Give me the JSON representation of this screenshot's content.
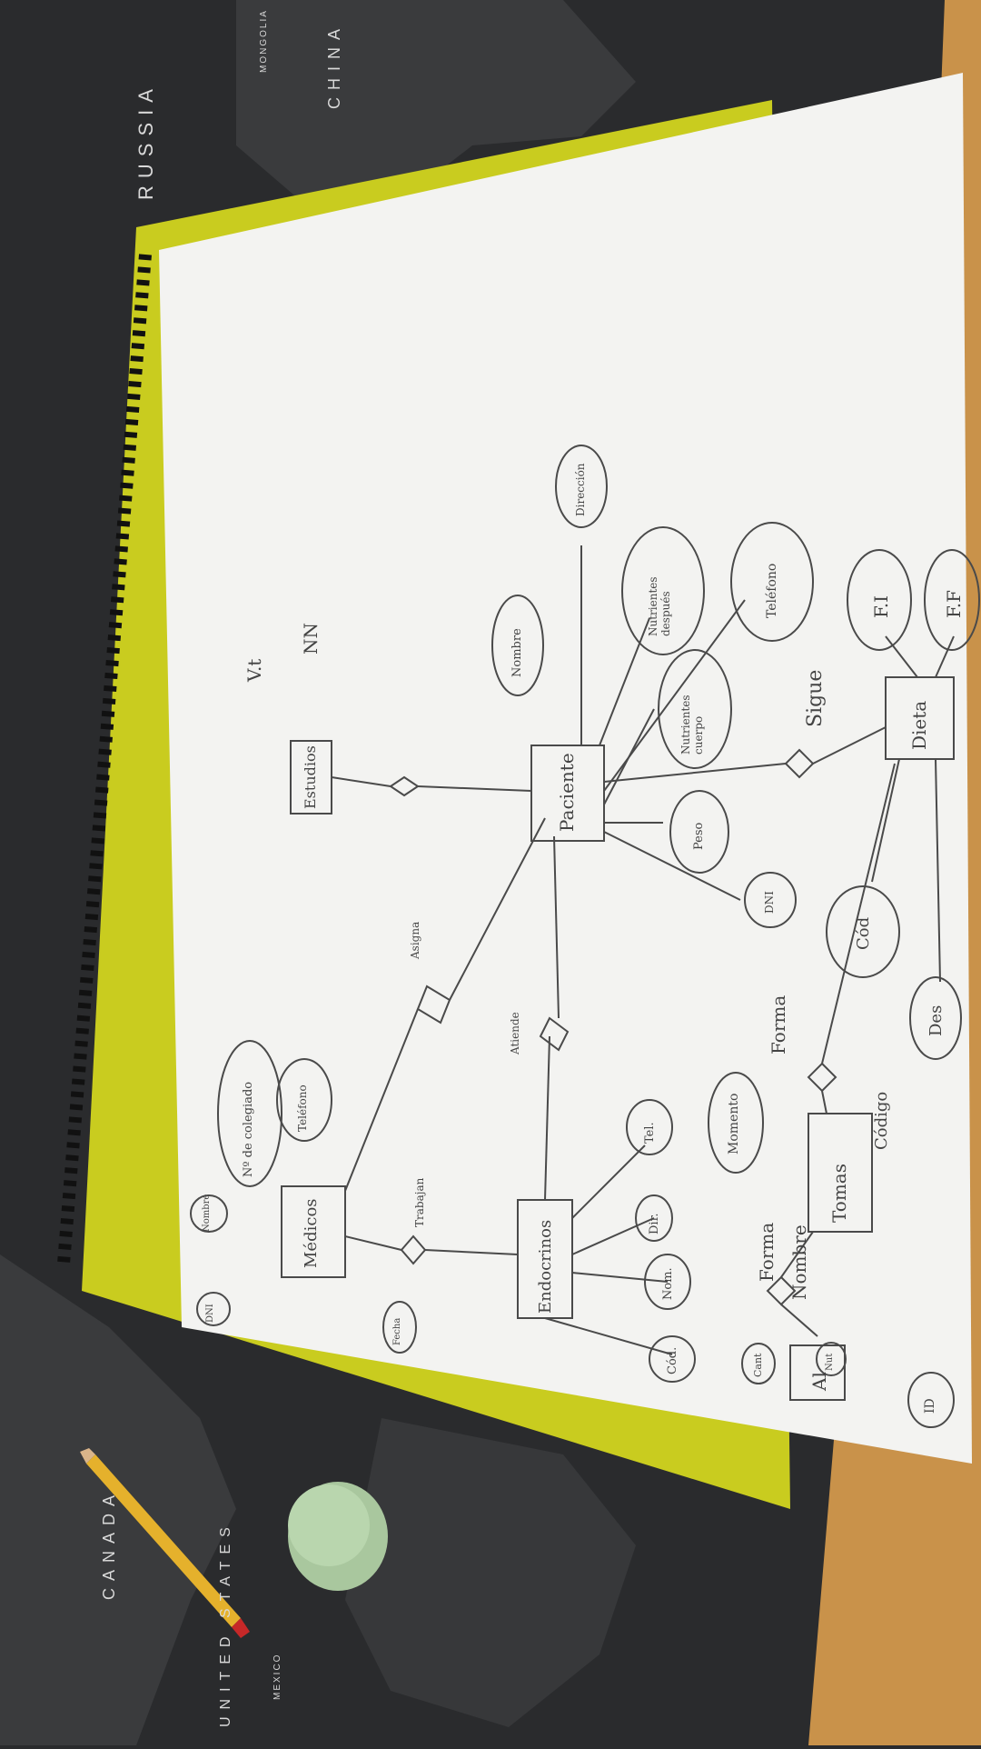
{
  "map_labels": {
    "russia": "RUSSIA",
    "china": "CHINA",
    "mongolia": "MONGOLIA",
    "canada": "CANADA",
    "united_states": "UNITED STATES",
    "mexico": "MEXICO"
  },
  "diagram": {
    "entities": {
      "medicos": "Médicos",
      "estudios": "Estudios",
      "paciente": "Paciente",
      "endocrinos": "Endocrinos",
      "dieta": "Dieta",
      "tomas": "Tomas",
      "al": "Al"
    },
    "relationships": {
      "trabajan": "Trabajan",
      "asigna": "Asigna",
      "atiende": "Atiende",
      "forma_1": "Forma",
      "forma_2": "Forma",
      "sigue": "Sigue"
    },
    "attributes": {
      "dni": "DNI",
      "nombre_medico": "Nombre",
      "num_colegiado": "Nº de colegiado",
      "telefono_medico": "Teléfono",
      "fecha": "Fecha",
      "cod": "Cód.",
      "nom": "Nom.",
      "dir": "Dir.",
      "tel": "Tel.",
      "vt": "V.t",
      "nn": "NN",
      "nombre_paciente": "Nombre",
      "direccion": "Dirección",
      "nutrientes_despues": "Nutrientes después",
      "nutrientes_cuerpo": "Nutrientes cuerpo",
      "telefono_paciente": "Teléfono",
      "peso": "Peso",
      "dni_paciente": "DNI",
      "fi": "F.I",
      "ff": "F.F",
      "cod_dieta": "Cód",
      "des": "Des",
      "nombre_tomas": "Nombre",
      "momento": "Momento",
      "codigo": "Código",
      "cant": "Cant",
      "nut": "Nut",
      "id": "ID"
    }
  },
  "colors": {
    "desk": "#2a2b2d",
    "map_land": "#3a3b3d",
    "paper": "#f3f3f1",
    "notebook_cover": "#c9cc1f",
    "wood": "#c9924a",
    "ink": "#4a4a4a",
    "eraser": "#a9c79e",
    "pencil": "#e5b12c"
  }
}
